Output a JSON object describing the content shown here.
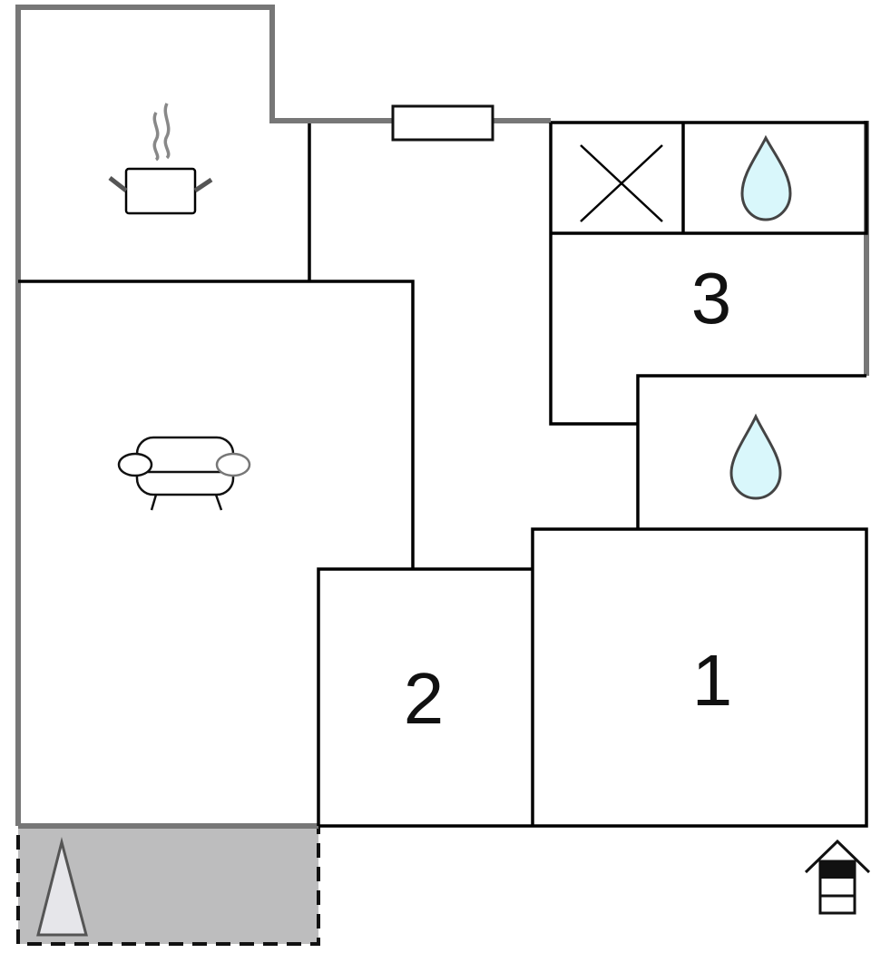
{
  "floor_plan": {
    "rooms": [
      {
        "id": "kitchen",
        "icon": "cooking-pot-icon",
        "label": ""
      },
      {
        "id": "living-room",
        "icon": "sofa-icon",
        "label": ""
      },
      {
        "id": "toilet",
        "icon": "toilet-icon",
        "label": ""
      },
      {
        "id": "bathroom-upper",
        "icon": "water-drop-icon",
        "label": ""
      },
      {
        "id": "bedroom-3",
        "label": "3"
      },
      {
        "id": "bathroom-lower",
        "icon": "water-drop-icon",
        "label": ""
      },
      {
        "id": "bedroom-2",
        "label": "2"
      },
      {
        "id": "bedroom-1",
        "label": "1"
      },
      {
        "id": "terrace",
        "icon": "parasol-icon",
        "label": ""
      }
    ],
    "features": [
      "window-icon",
      "entrance-icon"
    ],
    "colors": {
      "walls_inner": "#000000",
      "walls_outer": "#777777",
      "terrace_fill": "#bdbdbe",
      "water": "#d9f7fb",
      "parasol": "#e6e6ea"
    }
  }
}
